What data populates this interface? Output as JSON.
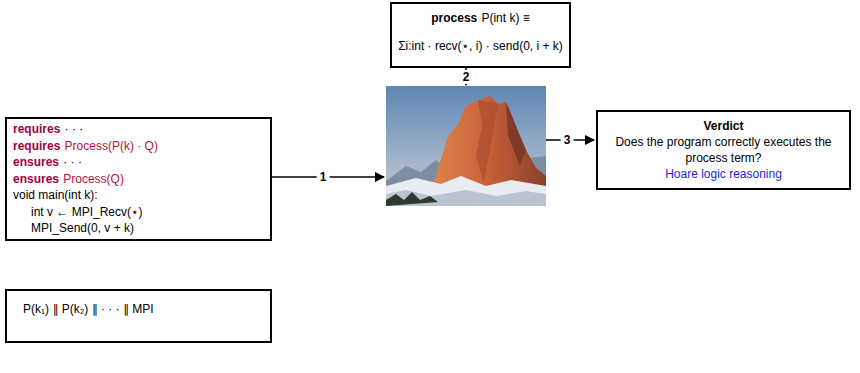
{
  "diagram": {
    "nodes": [
      {
        "text": [
          "process",
          "P(int k) ≡",
          "Σi:int · recv(⋆, i) · send(0, i + k)"
        ]
      },
      {
        "text": [
          "requires",
          "· · ·",
          "requires",
          "Process(P(k) · Q)",
          "ensures",
          "· · ·",
          "ensures",
          "Process(Q)",
          "void main(int k):",
          "int v ← MPI_Recv(⋆)",
          "MPI_Send(0, v + k)"
        ]
      },
      {
        "text": [
          "Verdict",
          "Does the program correctly executes the process term?",
          "Hoare logic reasoning"
        ]
      },
      {
        "text": [
          "P(k₁) ∥ P(k₂) ∥ · · · ∥ MPI"
        ]
      }
    ],
    "labels": [
      "1",
      "2",
      "3"
    ]
  }
}
